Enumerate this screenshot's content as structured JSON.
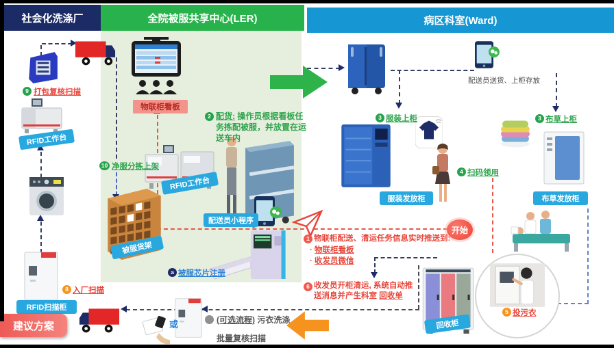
{
  "headers": {
    "factory": "社会化洗涤厂",
    "center": "全院被服共享中心(LER)",
    "ward": "病区科室(Ward)"
  },
  "factory": {
    "step9_num": "9",
    "step9_label": "打包复核扫描",
    "rfid_workstation_label": "RFID工作台",
    "rfid_scan_cabinet_label": "RFID扫描柜",
    "step8_num": "8",
    "step8_label": "入厂扫描",
    "proposal_banner": "建议方案"
  },
  "center": {
    "kanban_label": "物联柜看板",
    "step2_num": "2",
    "step2_head": "配货:",
    "step2_text": "操作员根据看板任务拣配被服，并放置在运送车内",
    "step10_num": "10",
    "step10_label": "净服分拣上架",
    "rfid_workstation_label": "RFID工作台",
    "shelf_label": "被服货架",
    "courier_app_label": "配送员小程序",
    "stepa_num": "a",
    "stepa_label": "被服芯片注册"
  },
  "ward": {
    "deliver_note": "配送员送货、上柜存放",
    "step3a_num": "3",
    "step3a_label": "服装上柜",
    "step3b_num": "3",
    "step3b_label": "布草上柜",
    "step4_num": "4",
    "step4_label": "扫码领用",
    "clothes_cabinet_label": "服装发放柜",
    "linen_cabinet_label": "布草发放柜",
    "start_label": "开始",
    "step1_num": "1",
    "step1_text": "物联柜配送、清运任务信息实时推送到:",
    "bullet": "·",
    "step1_item1": "物联柜看板",
    "step1_item2": "收发员微信",
    "step6_num": "6",
    "step6_line1": "收发员开柜清运, 系统自动推",
    "step6_line2": "送消息并产生科室 ",
    "step6_underline": "回收单",
    "recycle_cabinet_label": "回收柜",
    "step5_num": "5",
    "step5_label": "投污衣"
  },
  "bottom": {
    "or_label": "或",
    "optional_underline": "(可选流程)",
    "optional_rest": " 污衣洗涤",
    "batch_label": "批量复核扫描"
  },
  "colors": {
    "header_factory": "#1b2b66",
    "header_center": "#27b24b",
    "header_ward": "#1697d3",
    "panel_green": "#e6eedd",
    "label_blue": "#29a8e0",
    "step_green": "#2ea44d",
    "step_red": "#e8453a",
    "accent_orange": "#f7941d",
    "start_red": "#f25749"
  }
}
